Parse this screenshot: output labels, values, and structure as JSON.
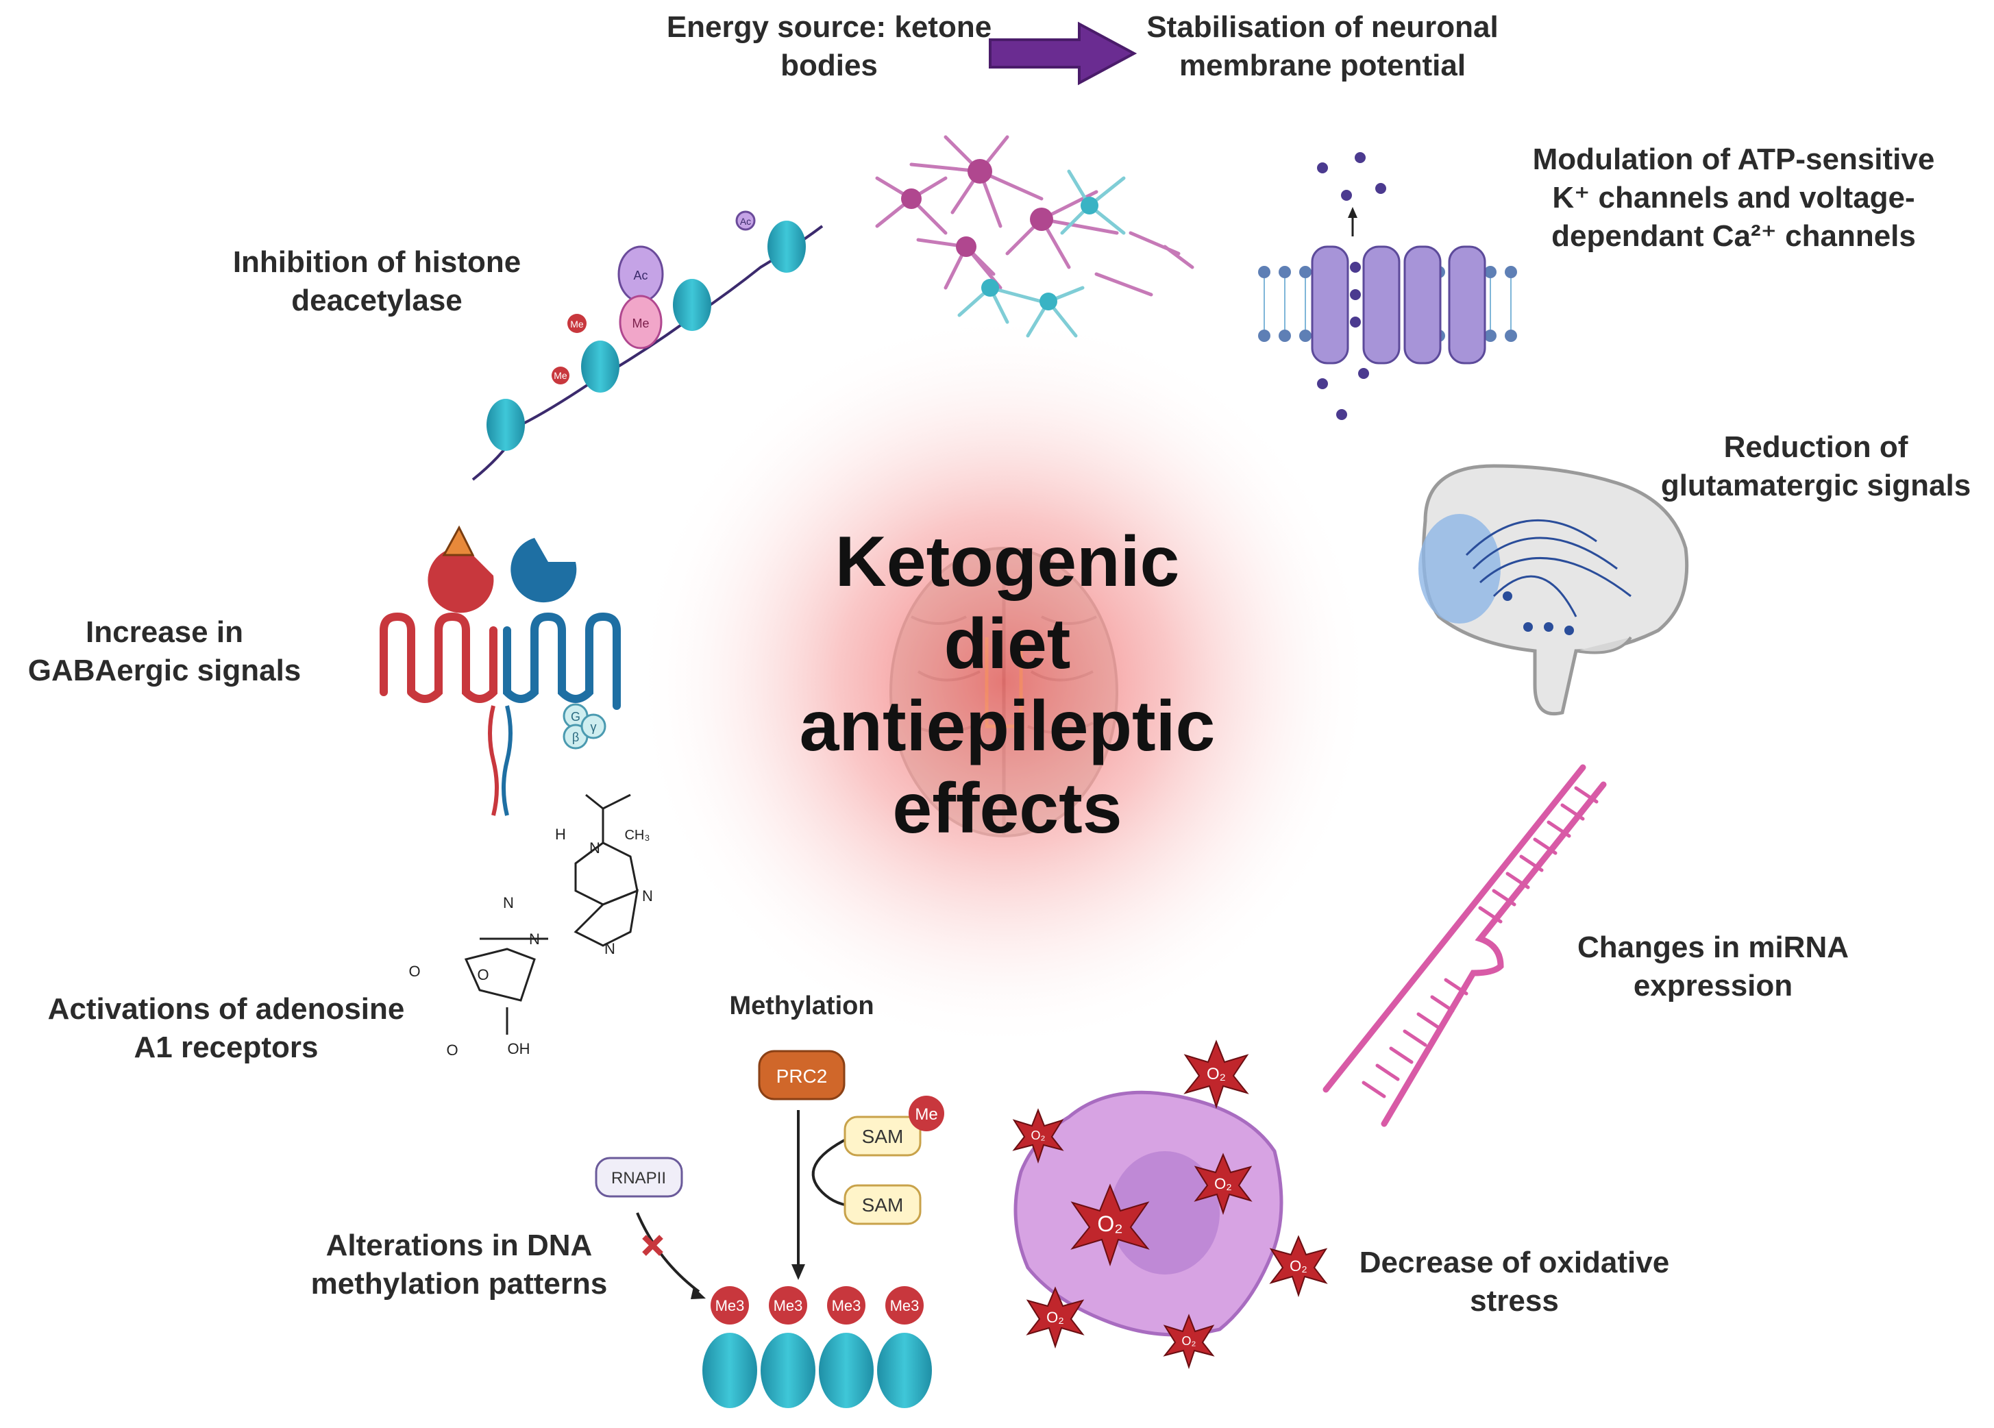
{
  "title": [
    "Ketogenic",
    "diet",
    "antiepileptic",
    "effects"
  ],
  "labels": {
    "energy_source": [
      "Energy source: ketone",
      "bodies"
    ],
    "stabilisation": [
      "Stabilisation of neuronal",
      "membrane potential"
    ],
    "atp_channels": [
      "Modulation of ATP-sensitive",
      "K⁺ channels and voltage-",
      "dependant Ca²⁺ channels"
    ],
    "histone": [
      "Inhibition of histone",
      "deacetylase"
    ],
    "glutamatergic": [
      "Reduction of",
      "glutamatergic signals"
    ],
    "gaba": [
      "Increase in",
      "GABAergic signals"
    ],
    "adenosine": [
      "Activations of adenosine",
      "A1 receptors"
    ],
    "mirna": [
      "Changes in miRNA",
      "expression"
    ],
    "dna_methylation": [
      "Alterations in DNA",
      "methylation patterns"
    ],
    "oxidative": [
      "Decrease of oxidative",
      "stress"
    ],
    "methylation": "Methylation"
  },
  "methylation_diagram": {
    "prc2": "PRC2",
    "sam": "SAM",
    "me": "Me",
    "rnapii": "RNAPII",
    "me3": "Me3"
  },
  "adenosine_structure": {
    "h": "H",
    "n": "N",
    "ch3": "CH₃",
    "o": "O",
    "oh": "OH"
  },
  "histone_marks": {
    "ac": "Ac",
    "me": "Me"
  },
  "gaba_subunits": {
    "g": "G",
    "b": "β",
    "y": "γ"
  },
  "oxygen_label": "O₂",
  "colors": {
    "glow": "#f08080",
    "arrow": "#6a2c91",
    "histone": "#2fb6c9",
    "gaba_red": "#c8373d",
    "gaba_blue": "#1e6fa3",
    "mirna": "#d85aa6",
    "cell": "#d7a3e3",
    "ros": "#c0262c",
    "membrane": "#5e7fb5",
    "channel": "#a794d8",
    "prc2": "#d0672a",
    "sam_fill": "#fff4c9",
    "me_red": "#c8373d"
  }
}
